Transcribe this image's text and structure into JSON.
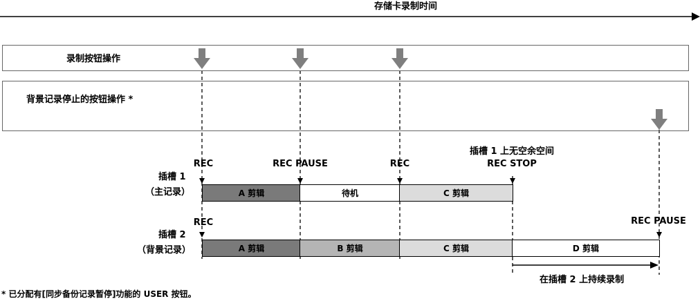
{
  "header": {
    "title": "存储卡录制时间"
  },
  "panels": {
    "rec_button_ops": "录制按钮操作",
    "bg_stop_ops": "背景记录停止的按钮操作 *"
  },
  "tracks": {
    "slot1": {
      "name": "插槽 1",
      "sub": "（主记录）"
    },
    "slot2": {
      "name": "插槽 2",
      "sub": "（背景记录）"
    }
  },
  "events": {
    "rec_1": "REC",
    "rec_pause_1": "REC PAUSE",
    "rec_2": "REC",
    "slot1_full": "插槽 1 上无空余空间",
    "rec_stop": "REC STOP",
    "rec_slot2": "REC",
    "rec_pause_2": "REC PAUSE"
  },
  "segments": {
    "slot1": [
      "A 剪辑",
      "待机",
      "C 剪辑"
    ],
    "slot2": [
      "A 剪辑",
      "B 剪辑",
      "C 剪辑",
      "D 剪辑"
    ]
  },
  "continue_label": "在插槽 2 上持续录制",
  "footnote": "* 已分配有[同步备份记录暂停]功能的 USER 按钮。",
  "colors": {
    "clip_dark": "#7a7a7a",
    "clip_mid": "#b5b5b5",
    "clip_light": "#dcdcdc",
    "standby": "#ffffff",
    "press_arrow": "#7f7f7f"
  }
}
